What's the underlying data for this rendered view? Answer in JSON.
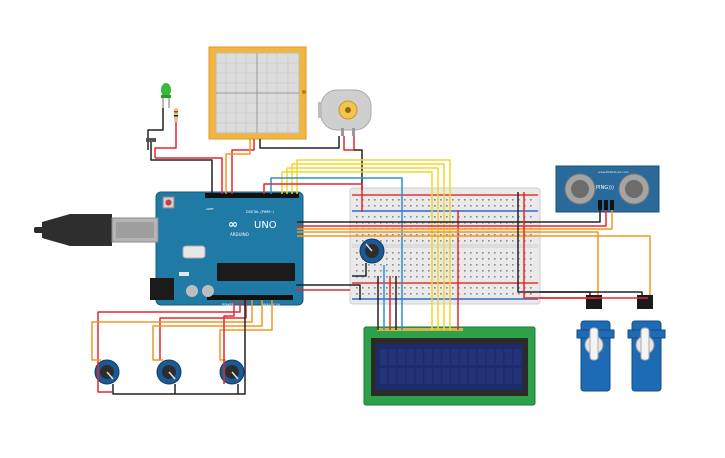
{
  "arduino": {
    "logo_text": "UNO",
    "brand_text": "ARDUINO",
    "digital_label": "DIGITAL (PWM~)",
    "aref_label": "AREF",
    "gnd_label": "GND",
    "power_label": "POWER",
    "analog_label": "ANALOG IN"
  },
  "ultrasonic": {
    "title": "PING)))",
    "brand": "www.PARALLAX.com"
  },
  "breadboard": {
    "columns": 30
  },
  "lcd": {
    "rows": 2,
    "columns": 16
  },
  "wire_colors": {
    "red": "#e8252b",
    "black": "#222222",
    "orange": "#f29722",
    "yellow": "#f2d62a",
    "blue": "#2f8fd8",
    "green": "#1fa34a"
  }
}
